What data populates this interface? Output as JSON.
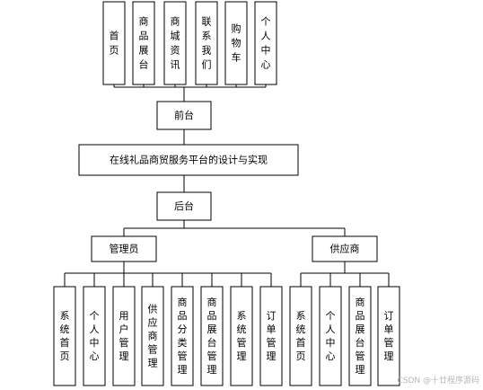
{
  "front_modules": [
    "首页",
    "商品展台",
    "商城资讯",
    "联系我们",
    "购物车",
    "个人中心"
  ],
  "front_label": "前台",
  "system_title": "在线礼品商贸服务平台的设计与实现",
  "back_label": "后台",
  "admin_label": "管理员",
  "supplier_label": "供应商",
  "admin_modules": [
    "系统首页",
    "个人中心",
    "用户管理",
    "供应商管理",
    "商品分类管理",
    "商品展台管理",
    "系统管理",
    "订单管理"
  ],
  "supplier_modules": [
    "系统首页",
    "个人中心",
    "商品展台管理",
    "订单管理"
  ],
  "watermark": "CSDN @十廿程序源码"
}
